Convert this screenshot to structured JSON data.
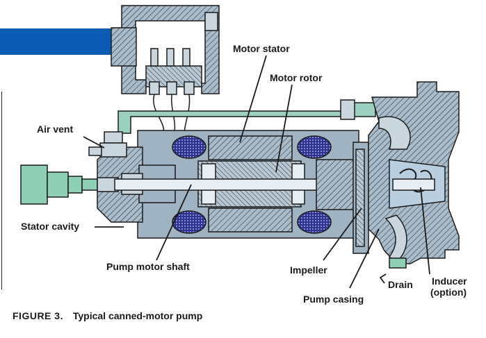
{
  "labels": {
    "motor_stator": "Motor stator",
    "motor_rotor": "Motor rotor",
    "air_vent": "Air vent",
    "stator_cavity": "Stator cavity",
    "pump_motor_shaft": "Pump motor shaft",
    "impeller": "Impeller",
    "pump_casing": "Pump casing",
    "drain": "Drain",
    "inducer_line1": "Inducer",
    "inducer_line2": "(option)"
  },
  "caption": {
    "number": "FIGURE 3.",
    "text": "Typical canned-motor pump"
  },
  "colors": {
    "accent_bar": "#0b5ab4",
    "metal_fill": "#9fb3c2",
    "light_metal": "#c9d6de",
    "shaft": "#e6eef3",
    "winding": "#3a3f9a",
    "pipe": "#9bd0c0",
    "coupling": "#8fcfb6",
    "outline": "#1a1a1a"
  }
}
